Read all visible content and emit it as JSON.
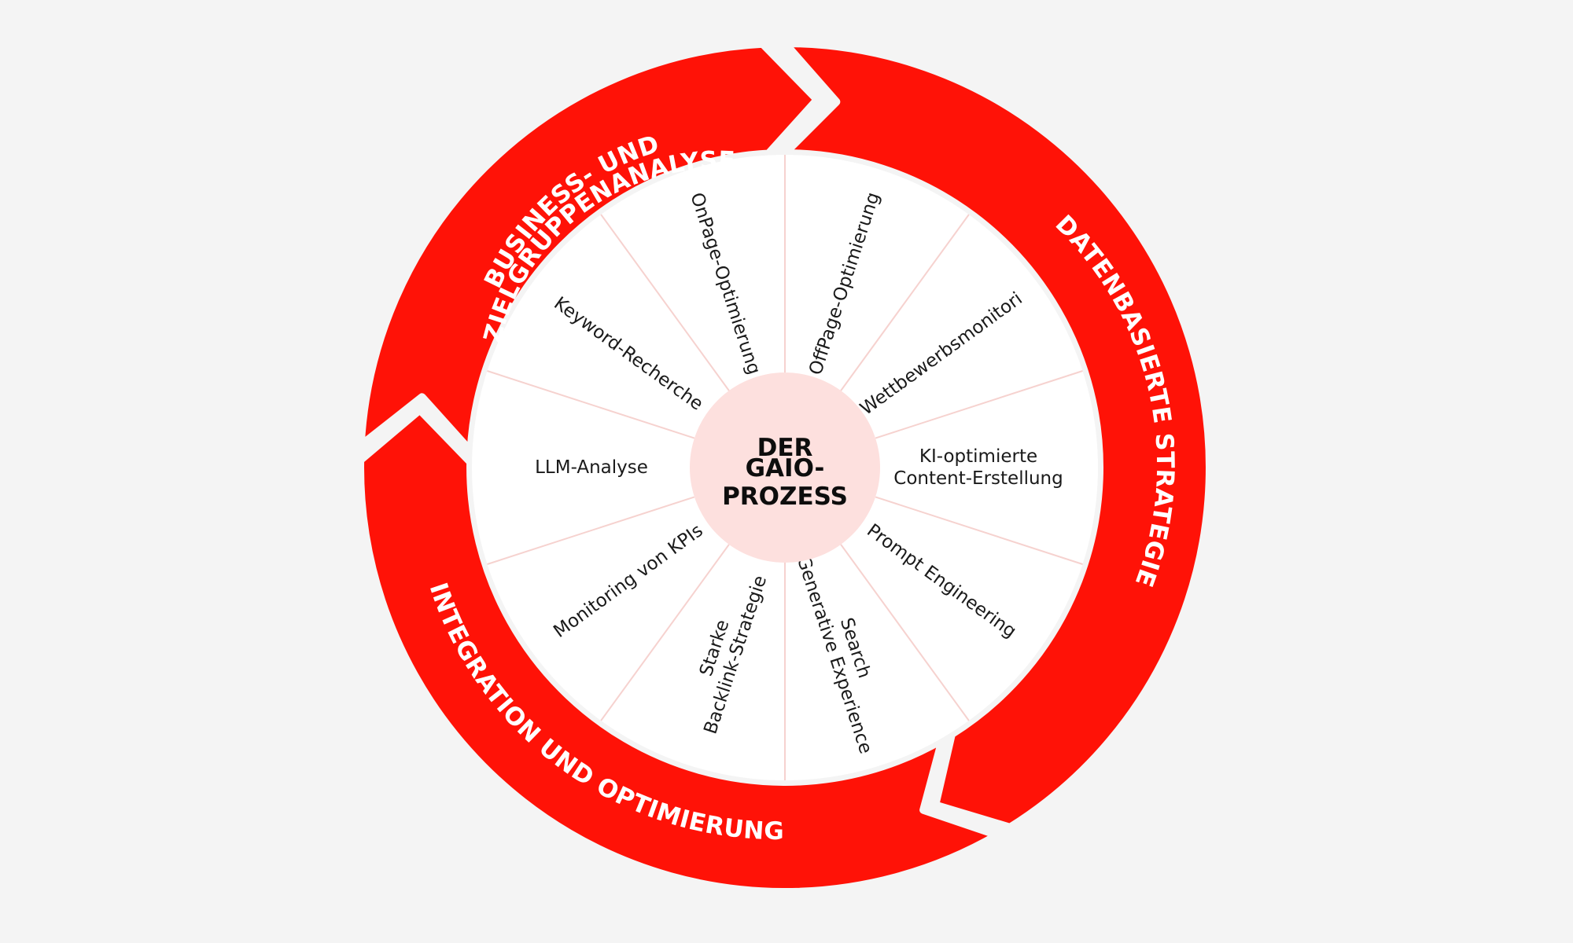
{
  "colors": {
    "background": "#f4f4f4",
    "ring": "#ff1207",
    "divider": "#f6d2cf",
    "center": "#fde0de",
    "text": "#1a1a1a"
  },
  "center": {
    "lines": [
      "DER",
      "GAIO-",
      "PROZESS"
    ]
  },
  "phases": [
    {
      "id": "business",
      "lines": [
        "BUSINESS- UND",
        "ZIELGRUPPENANALYSE"
      ]
    },
    {
      "id": "strategie",
      "lines": [
        "DATENBASIERTE STRATEGIE"
      ]
    },
    {
      "id": "integration",
      "lines": [
        "INTEGRATION UND OPTIMIERUNG"
      ]
    }
  ],
  "segments": [
    {
      "lines": [
        "OffPage-Optimierung"
      ]
    },
    {
      "lines": [
        "Wettbewerbsmonitori"
      ]
    },
    {
      "lines": [
        "KI-optimierte",
        "Content-Erstellung"
      ]
    },
    {
      "lines": [
        "Prompt Engineering"
      ]
    },
    {
      "lines": [
        "Search",
        "Generative Experience"
      ]
    },
    {
      "lines": [
        "Starke",
        "Backlink-Strategie"
      ]
    },
    {
      "lines": [
        "Monitoring von KPIs"
      ]
    },
    {
      "lines": [
        "LLM-Analyse"
      ]
    },
    {
      "lines": [
        "Keyword-Recherche"
      ]
    },
    {
      "lines": [
        "OnPage-Optimierung"
      ]
    }
  ]
}
